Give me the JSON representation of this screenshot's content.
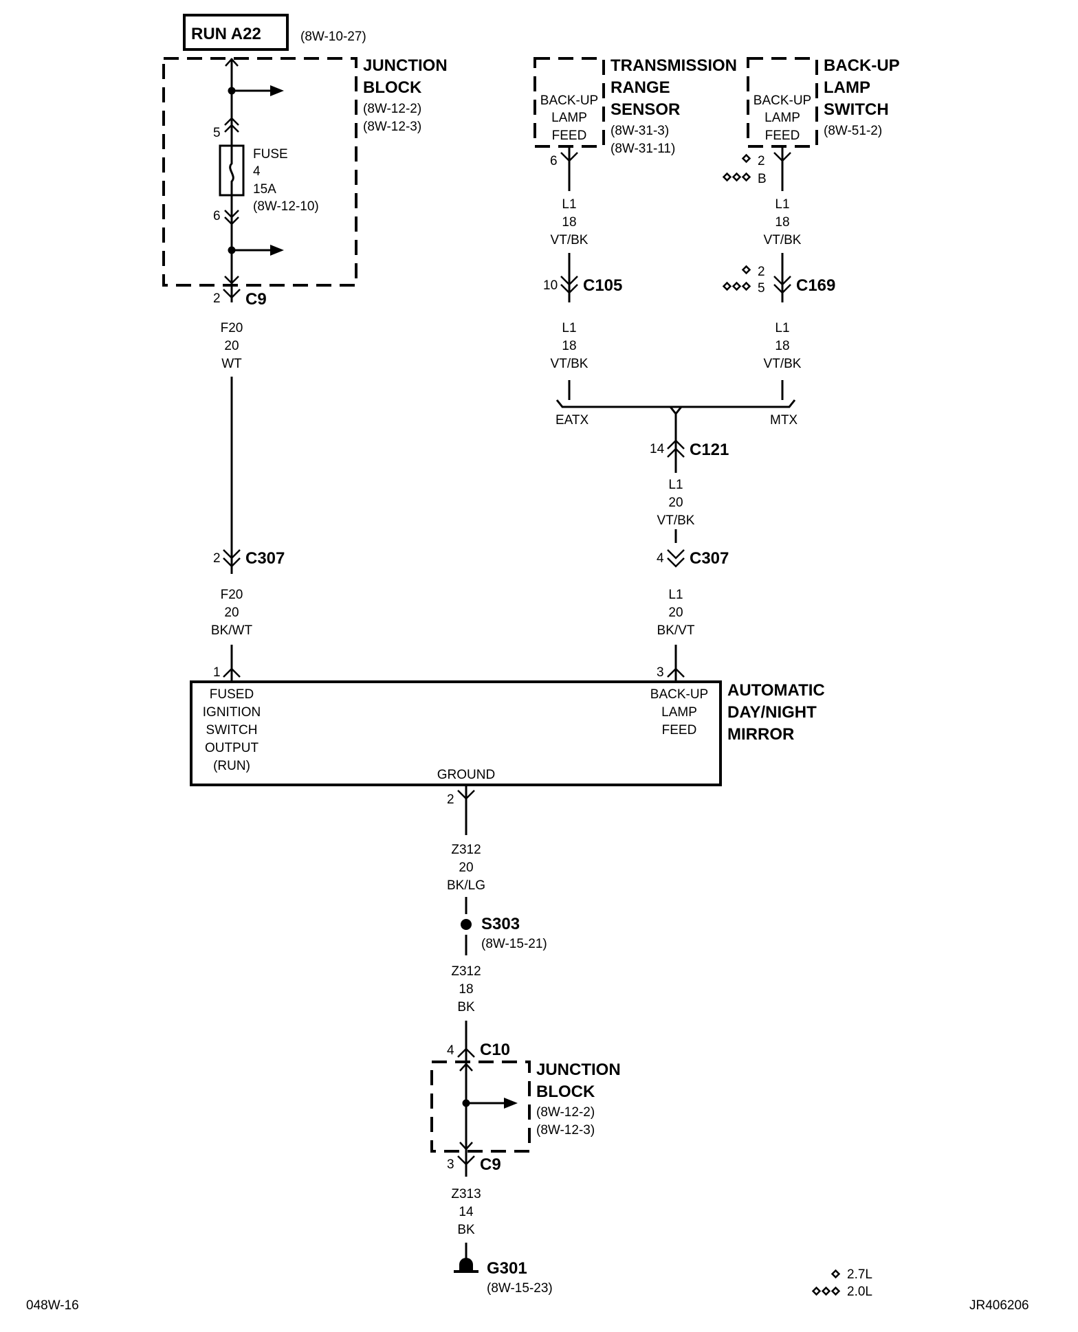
{
  "header": {
    "circuit": "RUN A22",
    "circuit_ref": "(8W-10-27)"
  },
  "junction_block_top": {
    "name_line1": "JUNCTION",
    "name_line2": "BLOCK",
    "ref1": "(8W-12-2)",
    "ref2": "(8W-12-3)",
    "fuse_label": "FUSE",
    "fuse_number": "4",
    "fuse_rating": "15A",
    "fuse_ref": "(8W-12-10)",
    "pin_in": "5",
    "pin_out": "6"
  },
  "connector_c9_top": {
    "pin": "2",
    "name": "C9"
  },
  "wire_f20_upper": {
    "circuit": "F20",
    "gauge": "20",
    "color": "WT"
  },
  "connector_c307_left": {
    "pin": "2",
    "name": "C307"
  },
  "wire_f20_lower": {
    "circuit": "F20",
    "gauge": "20",
    "color": "BK/WT"
  },
  "transmission_range_sensor": {
    "name_line1": "TRANSMISSION",
    "name_line2": "RANGE",
    "name_line3": "SENSOR",
    "ref1": "(8W-31-3)",
    "ref2": "(8W-31-11)",
    "feed_line1": "BACK-UP",
    "feed_line2": "LAMP",
    "feed_line3": "FEED",
    "pin": "6"
  },
  "backup_lamp_switch": {
    "name_line1": "BACK-UP",
    "name_line2": "LAMP",
    "name_line3": "SWITCH",
    "ref": "(8W-51-2)",
    "feed_line1": "BACK-UP",
    "feed_line2": "LAMP",
    "feed_line3": "FEED",
    "pin_27": "2",
    "pin_20": "B"
  },
  "wire_l1_trs_a": {
    "circuit": "L1",
    "gauge": "18",
    "color": "VT/BK"
  },
  "connector_c105": {
    "pin": "10",
    "name": "C105"
  },
  "wire_l1_trs_b": {
    "circuit": "L1",
    "gauge": "18",
    "color": "VT/BK"
  },
  "wire_l1_sw_a": {
    "circuit": "L1",
    "gauge": "18",
    "color": "VT/BK"
  },
  "connector_c169": {
    "pin_27": "2",
    "pin_20": "5",
    "name": "C169"
  },
  "wire_l1_sw_b": {
    "circuit": "L1",
    "gauge": "18",
    "color": "VT/BK"
  },
  "options": {
    "left": "EATX",
    "right": "MTX"
  },
  "connector_c121": {
    "pin": "14",
    "name": "C121"
  },
  "wire_l1_mid": {
    "circuit": "L1",
    "gauge": "20",
    "color": "VT/BK"
  },
  "connector_c307_right": {
    "pin": "4",
    "name": "C307"
  },
  "wire_l1_lower": {
    "circuit": "L1",
    "gauge": "20",
    "color": "BK/VT"
  },
  "mirror": {
    "name_line1": "AUTOMATIC",
    "name_line2": "DAY/NIGHT",
    "name_line3": "MIRROR",
    "left_line1": "FUSED",
    "left_line2": "IGNITION",
    "left_line3": "SWITCH",
    "left_line4": "OUTPUT",
    "left_line5": "(RUN)",
    "right_line1": "BACK-UP",
    "right_line2": "LAMP",
    "right_line3": "FEED",
    "ground_label": "GROUND",
    "pin_left": "1",
    "pin_right": "3",
    "pin_ground": "2"
  },
  "wire_z312_upper": {
    "circuit": "Z312",
    "gauge": "20",
    "color": "BK/LG"
  },
  "splice_s303": {
    "name": "S303",
    "ref": "(8W-15-21)"
  },
  "wire_z312_lower": {
    "circuit": "Z312",
    "gauge": "18",
    "color": "BK"
  },
  "connector_c10": {
    "pin": "4",
    "name": "C10"
  },
  "junction_block_bottom": {
    "name_line1": "JUNCTION",
    "name_line2": "BLOCK",
    "ref1": "(8W-12-2)",
    "ref2": "(8W-12-3)"
  },
  "connector_c9_bottom": {
    "pin": "3",
    "name": "C9"
  },
  "wire_z313": {
    "circuit": "Z313",
    "gauge": "14",
    "color": "BK"
  },
  "ground_g301": {
    "name": "G301",
    "ref": "(8W-15-23)"
  },
  "legend": {
    "item_27": "2.7L",
    "item_20": "2.0L"
  },
  "footer": {
    "left": "048W-16",
    "right": "JR406206"
  }
}
